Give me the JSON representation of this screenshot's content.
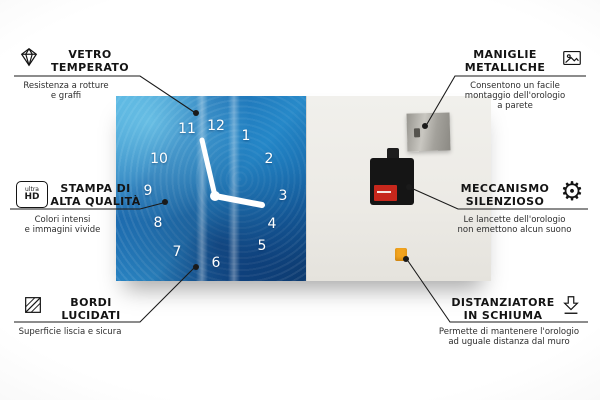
{
  "colors": {
    "clock_blue": "#1d6cb0",
    "foam_orange": "#f2a41e",
    "battery_red": "#c6271c",
    "line_black": "#1a1a1a"
  },
  "clock": {
    "numbers": [
      "11",
      "12",
      "1",
      "2",
      "3",
      "4",
      "5",
      "6",
      "7",
      "8",
      "9",
      "10"
    ]
  },
  "icons": {
    "ultra_hd_top": "ultra",
    "ultra_hd_bottom": "HD",
    "gear": "⚙"
  },
  "callouts": {
    "vetro": {
      "title": "VETRO\nTEMPERATO",
      "subtitle": "Resistenza a rotture\ne graffi"
    },
    "stampa": {
      "title": "STAMPA DI\nALTA QUALITÀ",
      "subtitle": "Colori intensi\ne immagini vivide"
    },
    "bordi": {
      "title": "BORDI\nLUCIDATI",
      "subtitle": "Superficie liscia e sicura"
    },
    "maniglie": {
      "title": "MANIGLIE\nMETALLICHE",
      "subtitle": "Consentono un facile\nmontaggio dell'orologio\na parete"
    },
    "meccanismo": {
      "title": "MECCANISMO\nSILENZIOSO",
      "subtitle": "Le lancette dell'orologio\nnon emettono alcun suono"
    },
    "distanziatore": {
      "title": "DISTANZIATORE\nIN SCHIUMA",
      "subtitle": "Permette di mantenere l'orologio\nad uguale distanza dal muro"
    }
  }
}
